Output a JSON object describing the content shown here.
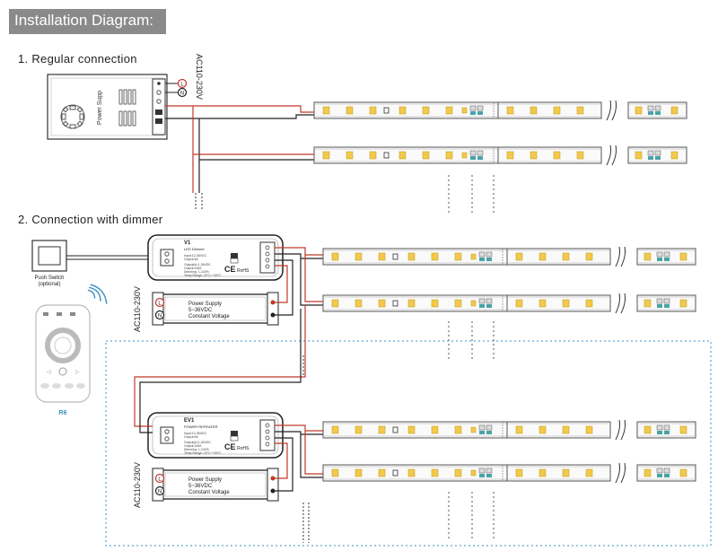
{
  "header": {
    "title": "Installation Diagram:"
  },
  "section1": {
    "title": "1. Regular connection",
    "psu_label": "Power Supp",
    "ac_label": "AC110-230V",
    "ac_l": "L",
    "ac_n": "N"
  },
  "section2": {
    "title": "2. Connection with dimmer",
    "push_switch_label": "Push Switch",
    "push_switch_sub": "(optional)",
    "remote_label": "R6",
    "ac_label": "AC110-230V",
    "ac_l": "L",
    "ac_n": "N",
    "dimmer": {
      "model": "V1",
      "subtitle": "LED Dimmer",
      "spec_lines": [
        "Input:12-36VDC",
        "Output:5A",
        "Output(s):1-36VDC",
        "Output:1x5A",
        "Dimming: 1-100%",
        "Temp Range:-20°C~+50°C"
      ],
      "ce_mark": "CE",
      "rohs": "RoHS"
    },
    "repeater": {
      "model": "EV1",
      "subtitle": "POWER REPEATER",
      "spec_lines": [
        "Input:12-36VDC",
        "Output:5A",
        "Output(s):1-36VDC",
        "Output:1x5A",
        "Dimming: 1-100%",
        "Temp Range:-20°C~+50°C"
      ],
      "ce_mark": "CE",
      "rohs": "RoHS"
    },
    "power_supply": {
      "line1": "Power Supply",
      "line2": "5~36VDC",
      "line3": "Constant Voltage"
    }
  },
  "colors": {
    "header_bg": "#8a8a8a",
    "wire_red": "#c0392b",
    "wire_black": "#222222",
    "led_yellow": "#f2c94c",
    "dashed_frame": "#3b8fc4",
    "remote_ring": "#9a9a9a"
  }
}
